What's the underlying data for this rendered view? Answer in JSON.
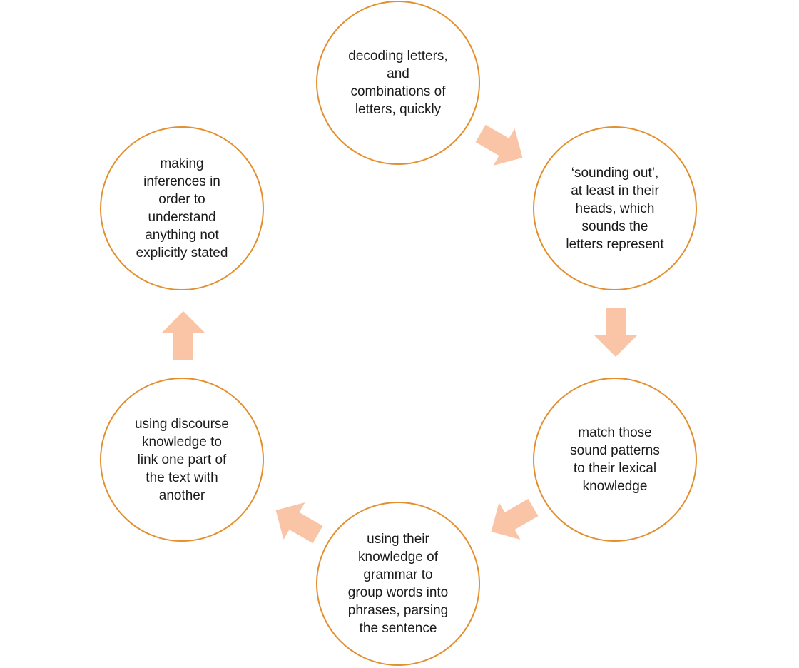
{
  "diagram": {
    "type": "cycle",
    "nodes": [
      {
        "id": "decoding",
        "label": "decoding letters,\nand\ncombinations of\nletters, quickly"
      },
      {
        "id": "sounding-out",
        "label": "‘sounding out’,\nat least in their\nheads, which\nsounds the\nletters represent"
      },
      {
        "id": "matching",
        "label": "match those\nsound patterns\nto their lexical\nknowledge"
      },
      {
        "id": "grammar",
        "label": "using their\nknowledge of\ngrammar to\ngroup words into\nphrases, parsing\nthe sentence"
      },
      {
        "id": "discourse",
        "label": "using discourse\nknowledge to\nlink one part of\nthe text with\nanother"
      },
      {
        "id": "inferences",
        "label": "making\ninferences in\norder to\nunderstand\nanything not\nexplicitly stated"
      }
    ],
    "arrow_direction": "clockwise",
    "colors": {
      "circle_border": "#e38f2e",
      "arrow_fill": "#f9c5a6",
      "text": "#1a1a1a"
    }
  }
}
